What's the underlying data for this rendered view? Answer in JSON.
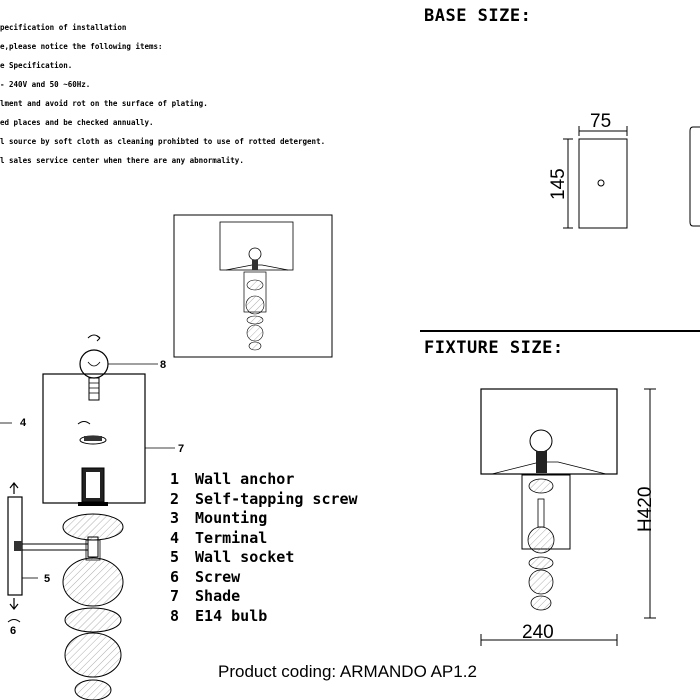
{
  "instructions": [
    "pecification of installation",
    "e,please notice the following items:",
    "e Specification.",
    "- 240V and 50 ~60Hz.",
    "lment and avoid rot on the surface of plating.",
    "ed places and be checked annually.",
    "l source by soft cloth as cleaning prohibted to use of rotted detergent.",
    "l sales service center when there are any abnormality."
  ],
  "base_size": {
    "heading": "BASE SIZE:",
    "width": "75",
    "height": "145"
  },
  "fixture_size": {
    "heading": "FIXTURE SIZE:",
    "width": "240",
    "height": "H420"
  },
  "parts": [
    {
      "num": "1",
      "label": "Wall anchor"
    },
    {
      "num": "2",
      "label": "Self-tapping screw"
    },
    {
      "num": "3",
      "label": "Mounting"
    },
    {
      "num": "4",
      "label": "Terminal"
    },
    {
      "num": "5",
      "label": "Wall socket"
    },
    {
      "num": "6",
      "label": "Screw"
    },
    {
      "num": "7",
      "label": "Shade"
    },
    {
      "num": "8",
      "label": "E14 bulb"
    }
  ],
  "callouts": {
    "c4": "4",
    "c5": "5",
    "c6": "6",
    "c7": "7",
    "c8": "8"
  },
  "product_coding": "Product coding: ARMANDO AP1.2"
}
